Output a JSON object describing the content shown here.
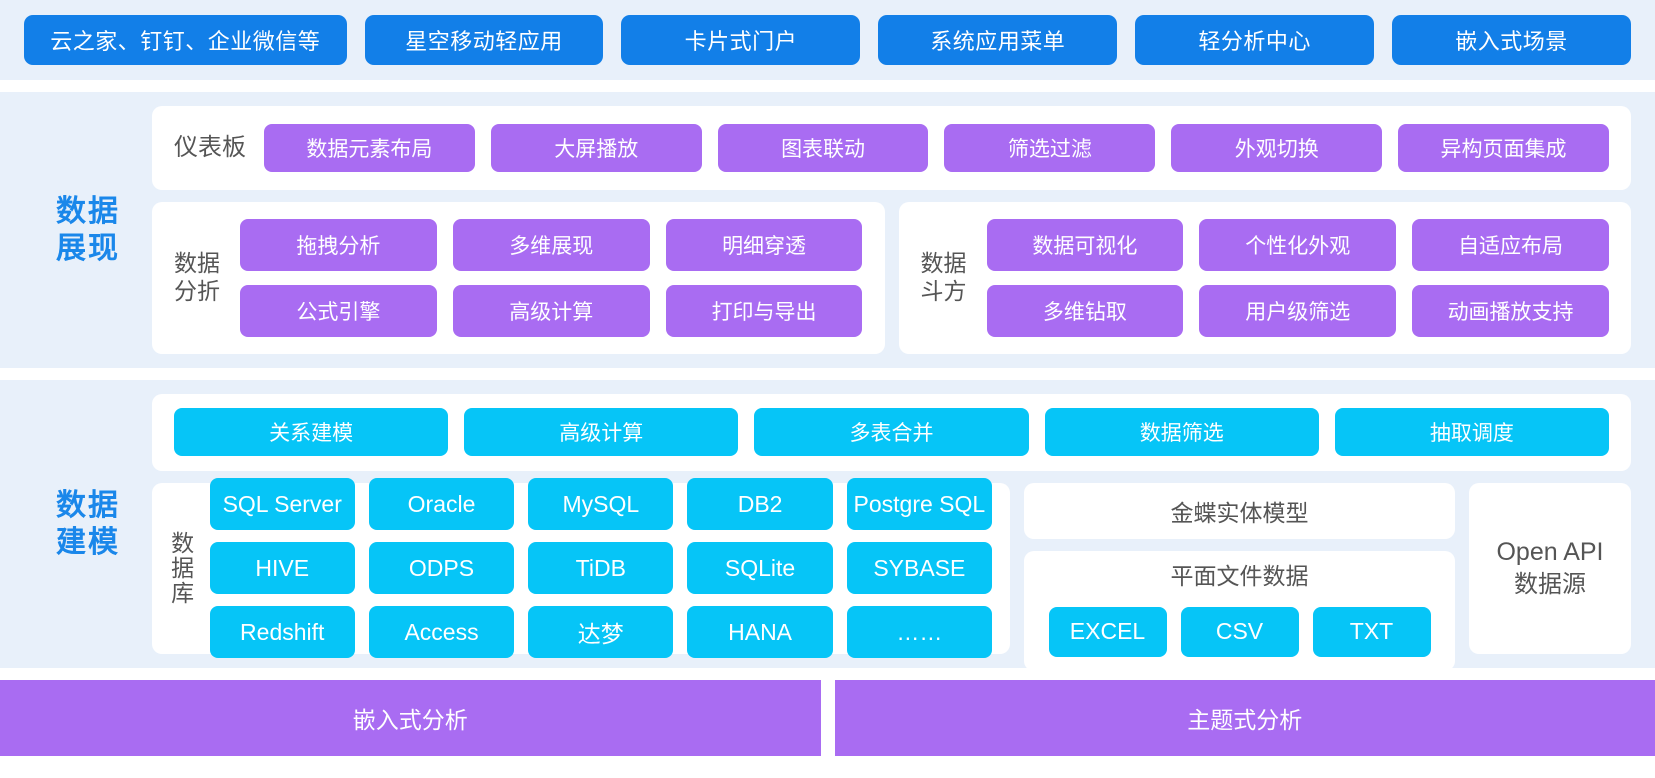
{
  "apps": {
    "items": [
      {
        "label": "云之家、钉钉、企业微信等",
        "wide": true
      },
      {
        "label": "星空移动轻应用",
        "wide": false
      },
      {
        "label": "卡片式门户",
        "wide": false
      },
      {
        "label": "系统应用菜单",
        "wide": false
      },
      {
        "label": "轻分析中心",
        "wide": false
      },
      {
        "label": "嵌入式场景",
        "wide": false
      }
    ]
  },
  "presentation": {
    "section_label_line1": "数据",
    "section_label_line2": "展现",
    "dashboard": {
      "label": "仪表板",
      "items": [
        "数据元素布局",
        "大屏播放",
        "图表联动",
        "筛选过滤",
        "外观切换",
        "异构页面集成"
      ]
    },
    "analysis": {
      "label_line1": "数据",
      "label_line2": "分折",
      "items": [
        "拖拽分析",
        "多维展现",
        "明细穿透",
        "公式引擎",
        "高级计算",
        "打印与导出"
      ]
    },
    "doufang": {
      "label_line1": "数据",
      "label_line2": "斗方",
      "items": [
        "数据可视化",
        "个性化外观",
        "自适应布局",
        "多维钻取",
        "用户级筛选",
        "动画播放支持"
      ]
    }
  },
  "modeling": {
    "section_label_line1": "数据",
    "section_label_line2": "建模",
    "capabilities": [
      "关系建模",
      "高级计算",
      "多表合并",
      "数据筛选",
      "抽取调度"
    ],
    "database": {
      "label": "数据库",
      "items": [
        "SQL Server",
        "Oracle",
        "MySQL",
        "DB2",
        "Postgre SQL",
        "HIVE",
        "ODPS",
        "TiDB",
        "SQLite",
        "SYBASE",
        "Redshift",
        "Access",
        "达梦",
        "HANA",
        "……"
      ]
    },
    "entity_model": "金蝶实体模型",
    "flat_file": {
      "title": "平面文件数据",
      "items": [
        "EXCEL",
        "CSV",
        "TXT"
      ]
    },
    "open_api": {
      "line1": "Open API",
      "line2": "数据源"
    }
  },
  "bottom": {
    "bars": [
      "嵌入式分析",
      "主题式分析"
    ]
  },
  "colors": {
    "band_bg": "#e8f0fa",
    "app_blue": "#127FE8",
    "purple": "#A96CF2",
    "cyan": "#06C5F7",
    "section_label": "#1A87EA",
    "card_white": "#ffffff",
    "text_gray": "#555555"
  }
}
